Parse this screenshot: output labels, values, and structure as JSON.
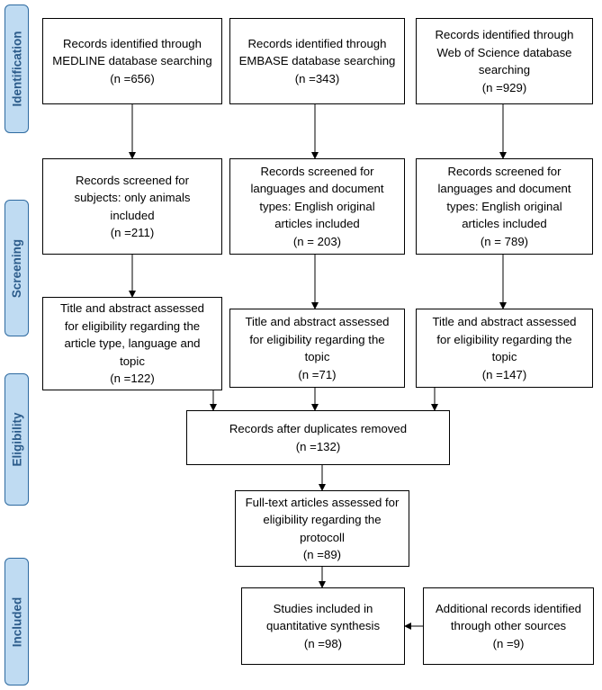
{
  "stages": {
    "identification": "Identification",
    "screening": "Screening",
    "eligibility": "Eligibility",
    "included": "Included"
  },
  "boxes": {
    "id_medline": "Records identified through\nMEDLINE database searching\n(n =656)",
    "id_embase": "Records identified through\nEMBASE database searching\n(n =343)",
    "id_wos": "Records identified through\nWeb of Science database\nsearching\n(n =929)",
    "scr_medline": "Records screened for\nsubjects: only animals\nincluded\n(n =211)",
    "scr_embase": "Records screened for\nlanguages and document\ntypes: English original\narticles included\n(n = 203)",
    "scr_wos": "Records screened for\nlanguages and document\ntypes: English original\narticles included\n(n = 789)",
    "ta_medline": "Title and abstract assessed\nfor eligibility regarding the\narticle type, language and\ntopic\n(n =122)",
    "ta_embase": "Title and abstract assessed\nfor eligibility regarding the\ntopic\n(n =71)",
    "ta_wos": "Title and abstract assessed\nfor eligibility regarding the\ntopic\n(n =147)",
    "dedup": "Records after duplicates removed\n(n =132)",
    "fulltext": "Full-text articles assessed for\neligibility regarding the\nprotocoll\n(n =89)",
    "included": "Studies included in\nquantitative synthesis\n(n =98)",
    "additional": "Additional records identified\nthrough other sources\n(n =9)"
  }
}
